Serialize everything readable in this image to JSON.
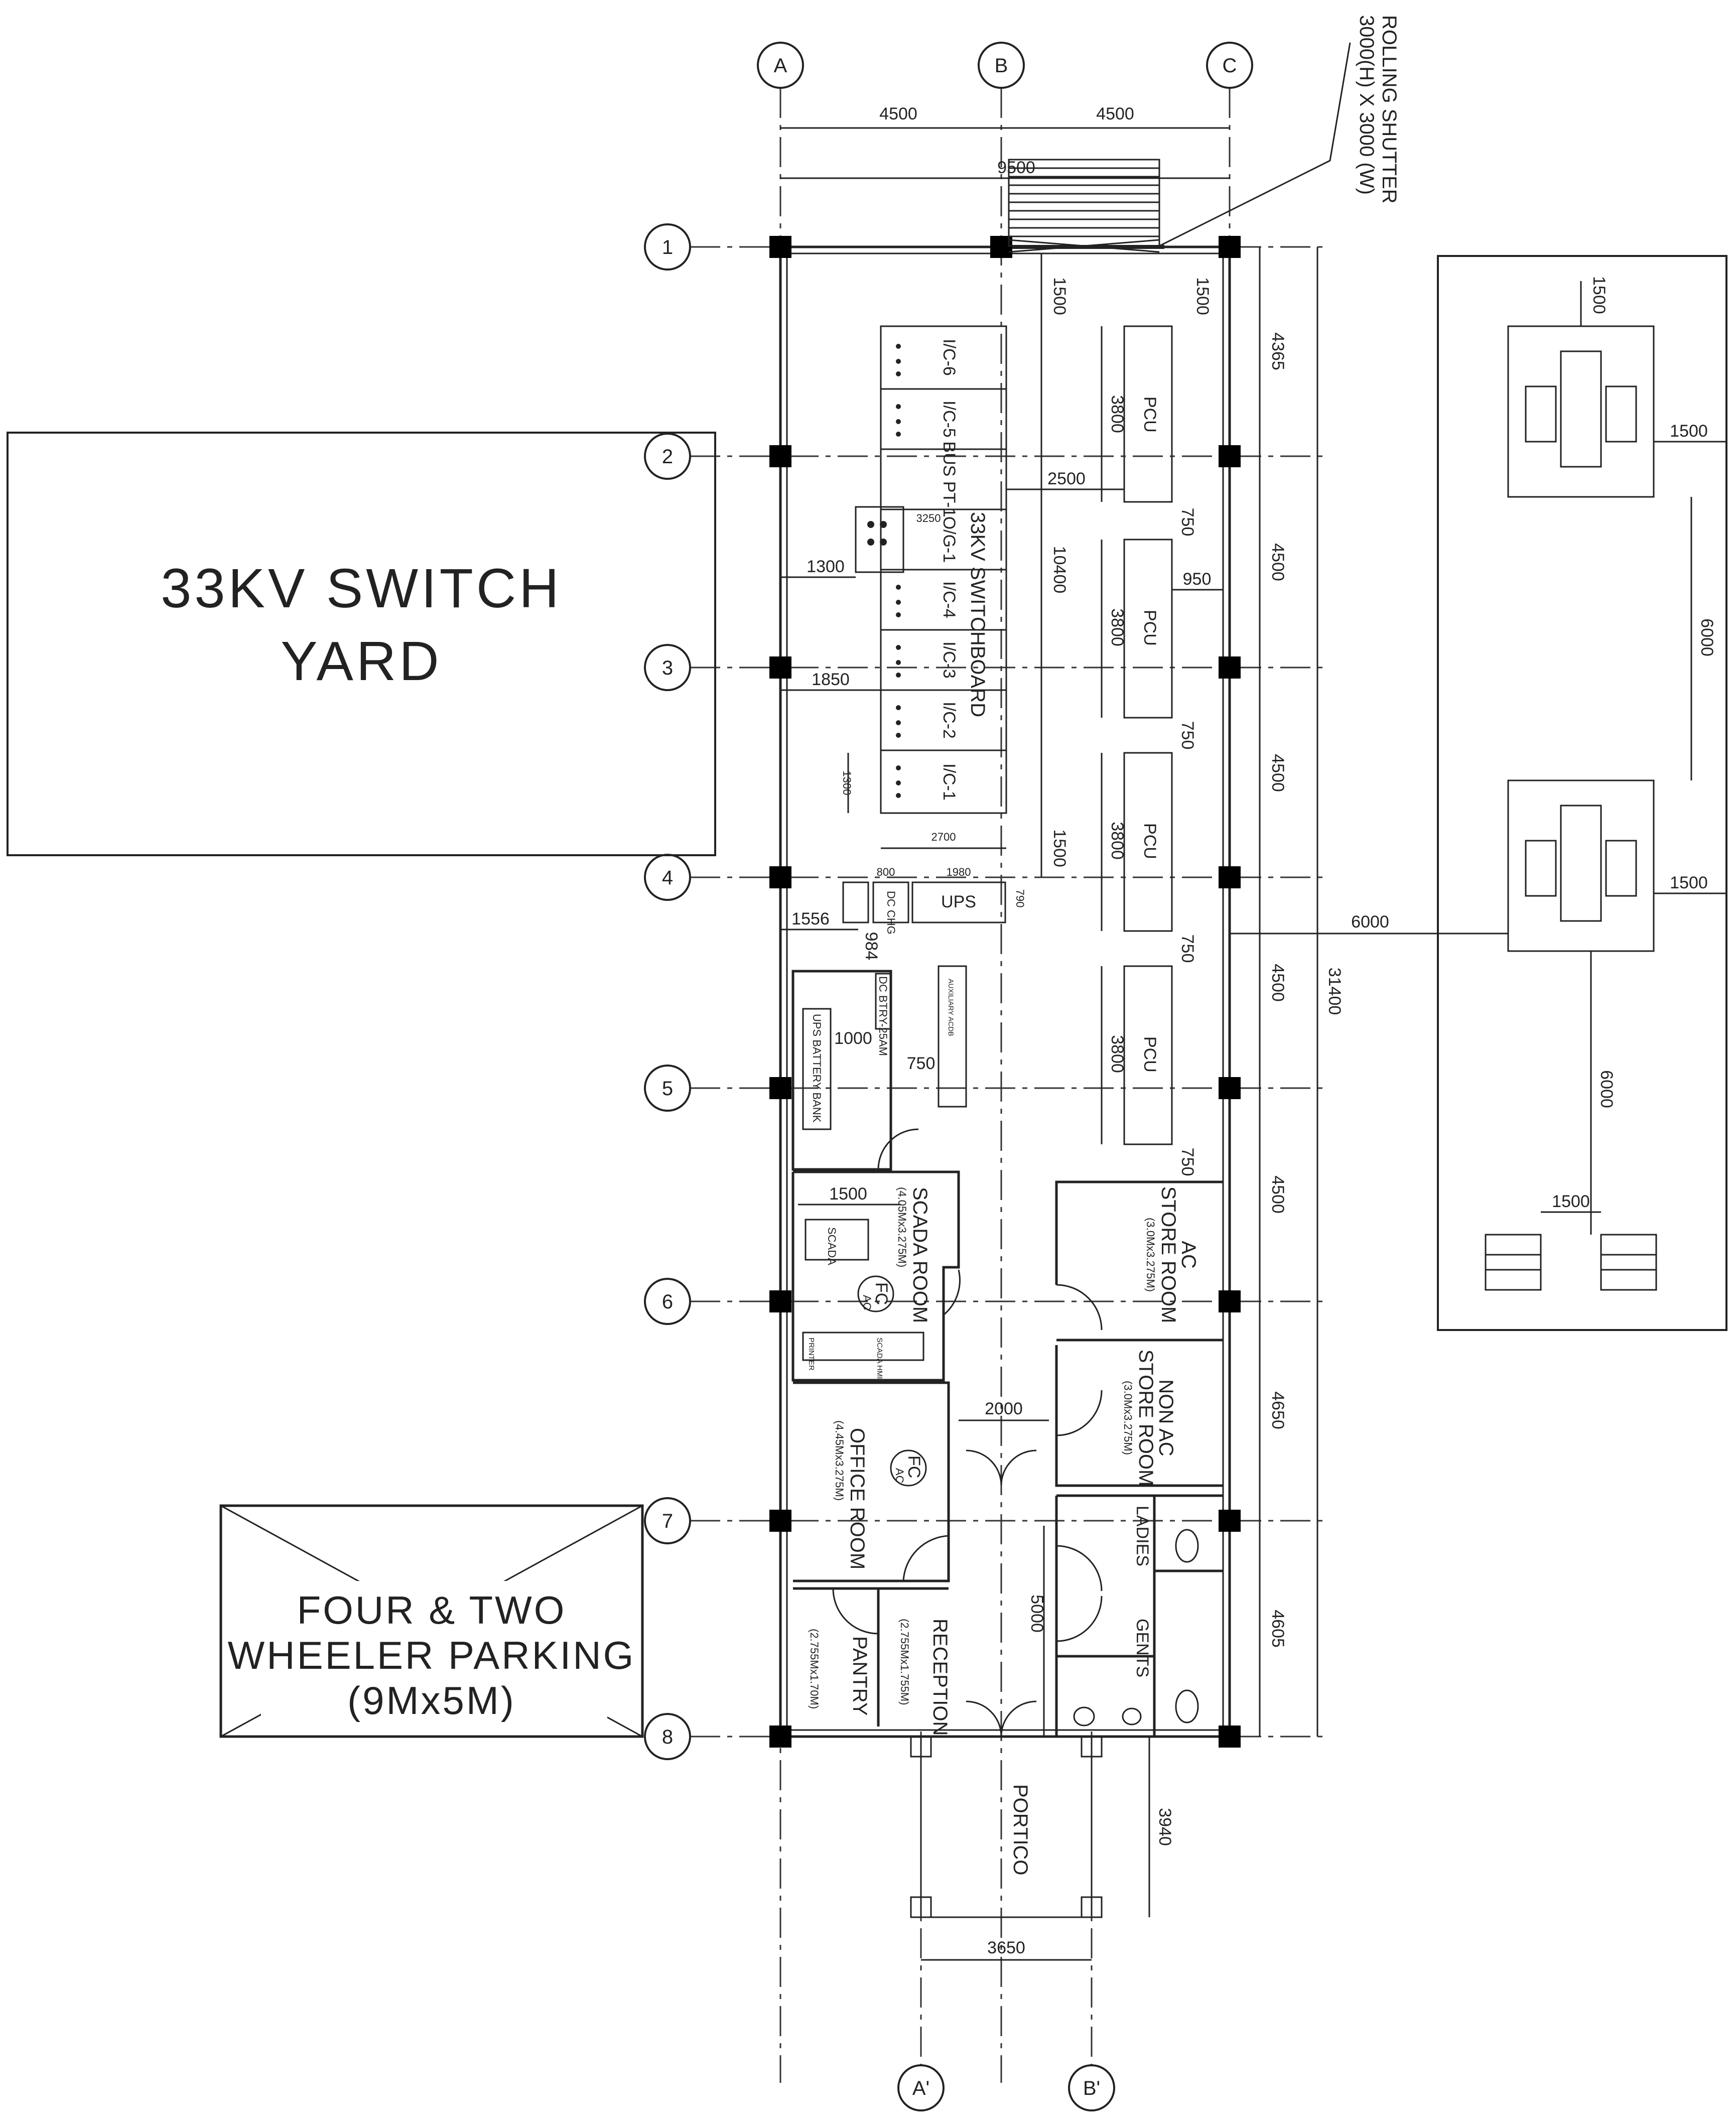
{
  "grid": {
    "columns": [
      "A",
      "B",
      "C"
    ],
    "columns_prime": [
      "A'",
      "B'"
    ],
    "rows": [
      "1",
      "2",
      "3",
      "4",
      "5",
      "6",
      "7",
      "8"
    ]
  },
  "labels": {
    "switch_yard_line1": "33KV SWITCH",
    "switch_yard_line2": "YARD",
    "parking_line1": "FOUR & TWO",
    "parking_line2": "WHEELER PARKING",
    "parking_line3": "(9Mx5M)",
    "rolling_shutter_line1": "ROLLING SHUTTER",
    "rolling_shutter_line2": "3000(H) X 3000 (W)",
    "switchboard": "33KV SWITCHBOARD",
    "pcu": "PCU",
    "ups": "UPS",
    "dc_chg": "DC CHG",
    "ups_battery_bank": "UPS BATTERY BANK",
    "dc_battery": "DC BTRY-25AM",
    "auxiliary_acdb": "AUXILIARY ACDB",
    "scada_room": "SCADA ROOM",
    "scada_room_size": "(4.05Mx3.275M)",
    "scada": "SCADA",
    "printer": "PRINTER",
    "scada_hmi": "SCADA HMI",
    "fc": "FC",
    "ac": "AC",
    "office_room": "OFFICE ROOM",
    "office_room_size": "(4.45Mx3.275M)",
    "reception": "RECEPTION",
    "reception_size": "(2.755Mx1.755M)",
    "pantry": "PANTRY",
    "pantry_size": "(2.755Mx1.70M)",
    "ac_store_line1": "AC",
    "ac_store_line2": "STORE ROOM",
    "ac_store_size": "(3.0Mx3.275M)",
    "nonac_store_line1": "NON AC",
    "nonac_store_line2": "STORE ROOM",
    "nonac_store_size": "(3.0Mx3.275M)",
    "ladies": "LADIES",
    "gents": "GENTS",
    "portico": "PORTICO",
    "panels": [
      "I/C-6",
      "I/C-5",
      "BUS PT-1",
      "O/G-1",
      "I/C-4",
      "I/C-3",
      "I/C-2",
      "I/C-1"
    ]
  },
  "dims": {
    "d4500": "4500",
    "d9500": "9500",
    "d1500": "1500",
    "d4365": "4365",
    "d3800": "3800",
    "d2500": "2500",
    "d750": "750",
    "d950": "950",
    "d10400": "10400",
    "d1300": "1300",
    "d1850": "1850",
    "d3250": "3250",
    "d2700": "2700",
    "d800": "800",
    "d1980": "1980",
    "d1556": "1556",
    "d984": "984",
    "d1000": "1000",
    "d4650": "4650",
    "d4605": "4605",
    "d31400": "31400",
    "d2000": "2000",
    "d5000": "5000",
    "d3940": "3940",
    "d3650": "3650",
    "d6000": "6000",
    "d790": "790"
  }
}
